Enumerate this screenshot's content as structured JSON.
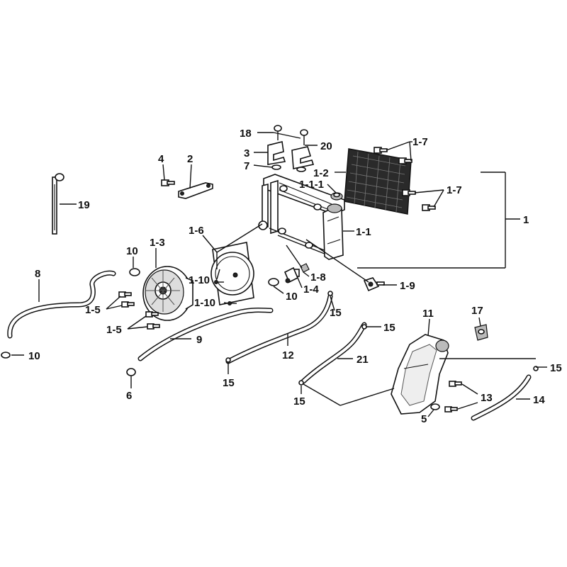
{
  "callouts": {
    "c18": "18",
    "c20": "20",
    "c3": "3",
    "c7": "7",
    "c1_7a": "1-7",
    "c1_2": "1-2",
    "c1_1_1": "1-1-1",
    "c1_7b": "1-7",
    "c1": "1",
    "c4": "4",
    "c2": "2",
    "c19": "19",
    "c1_6": "1-6",
    "c1_1": "1-1",
    "c10a": "10",
    "c1_3": "1-3",
    "c8": "8",
    "c1_10a": "1-10",
    "c1_8": "1-8",
    "c1_9": "1-9",
    "c10b": "10",
    "c1_4": "1-4",
    "c1_5a": "1-5",
    "c1_10b": "1-10",
    "c15a": "15",
    "c11": "11",
    "c17": "17",
    "c1_5b": "1-5",
    "c15b": "15",
    "c9": "9",
    "c12": "12",
    "c21": "21",
    "c10c": "10",
    "c15c": "15",
    "c6": "6",
    "c15d": "15",
    "c15e": "15",
    "c13": "13",
    "c14": "14",
    "c5": "5"
  }
}
